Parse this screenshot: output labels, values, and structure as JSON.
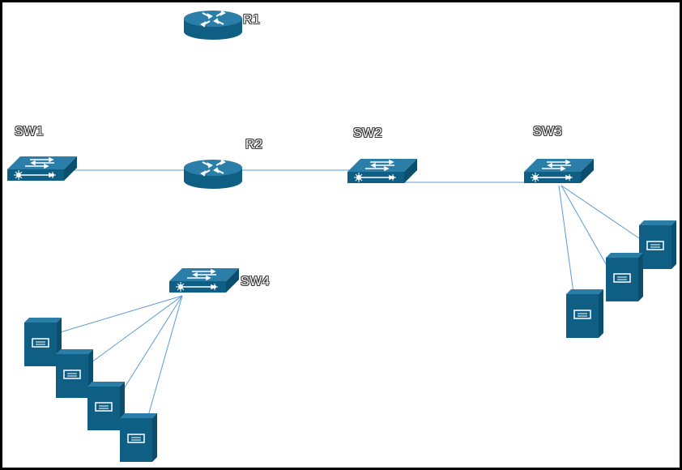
{
  "diagram": {
    "colors": {
      "device_top": "#2A7EA8",
      "device_front": "#0F5F85",
      "device_side": "#0B4E6E",
      "link": "#5B9BD5",
      "border": "#000000"
    },
    "nodes": {
      "r1": {
        "label": "R1",
        "type": "router-icon"
      },
      "r2": {
        "label": "R2",
        "type": "router-icon"
      },
      "sw1": {
        "label": "SW1",
        "type": "switch-icon"
      },
      "sw2": {
        "label": "SW2",
        "type": "switch-icon"
      },
      "sw3": {
        "label": "SW3",
        "type": "switch-icon"
      },
      "sw4": {
        "label": "SW4",
        "type": "switch-icon"
      }
    },
    "links": [
      [
        "sw1",
        "r2"
      ],
      [
        "r2",
        "sw2"
      ],
      [
        "sw2",
        "sw3"
      ],
      [
        "sw3",
        "server-3a"
      ],
      [
        "sw3",
        "server-3b"
      ],
      [
        "sw3",
        "server-3c"
      ],
      [
        "sw4",
        "server-4a"
      ],
      [
        "sw4",
        "server-4b"
      ],
      [
        "sw4",
        "server-4c"
      ],
      [
        "sw4",
        "server-4d"
      ]
    ]
  }
}
